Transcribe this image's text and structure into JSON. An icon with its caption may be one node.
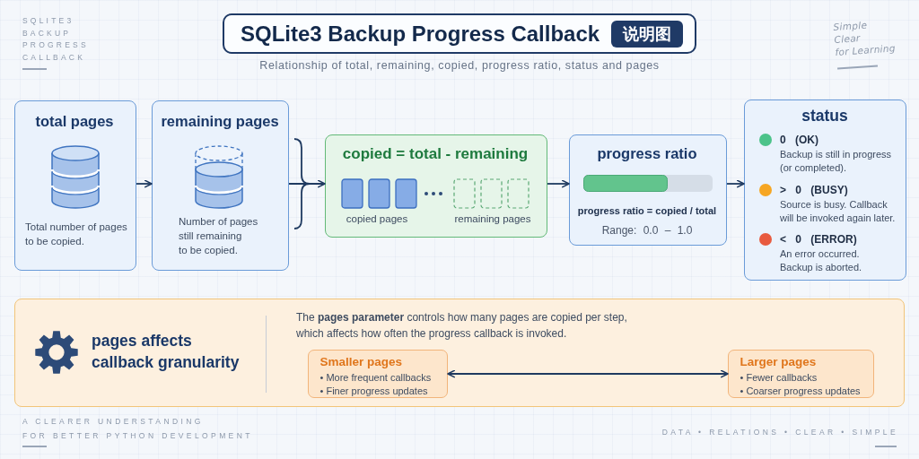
{
  "diagram": {
    "title": "SQLite3 Backup Progress Callback",
    "nodes": [
      {
        "text": [
          "total pages",
          "Total number of pages to be copied."
        ]
      },
      {
        "text": [
          "remaining pages",
          "Number of pages still remaining to be copied."
        ]
      },
      {
        "text": [
          "copied = total - remaining",
          "copied pages",
          "remaining pages"
        ]
      },
      {
        "text": [
          "progress ratio",
          "progress ratio = copied / total",
          "Range: 0.0 – 1.0"
        ]
      },
      {
        "text": [
          "status",
          "0 (OK)",
          "Backup is still in progress (or completed).",
          "> 0 (BUSY)",
          "Source is busy. Callback will be invoked again later.",
          "< 0 (ERROR)",
          "An error occurred. Backup is aborted."
        ]
      },
      {
        "text": [
          "pages affects callback granularity",
          "The **pages parameter** controls how many pages are copied per step, which affects how often the progress callback is invoked."
        ]
      },
      {
        "text": [
          "Smaller pages",
          "• More frequent callbacks",
          "• Finer progress updates"
        ],
        "in": 5
      },
      {
        "text": [
          "Larger pages",
          "• Fewer callbacks",
          "• Coarser progress updates"
        ],
        "in": 5
      }
    ],
    "edges": [
      {
        "from": 0,
        "to": 1,
        "arrow": "to"
      },
      {
        "from": 1,
        "to": 2,
        "arrow": "to"
      },
      {
        "from": 2,
        "to": 3,
        "arrow": "to"
      },
      {
        "from": 3,
        "to": 4,
        "arrow": "to"
      },
      {
        "from": 6,
        "to": 7,
        "arrow": "both"
      }
    ],
    "labels": [
      "SQLITE3 BACKUP PROGRESS CALLBACK",
      "说明图",
      "Relationship of total, remaining, copied, progress ratio, status and pages",
      "Simple Clear for Learning",
      "A CLEARER UNDERSTANDING FOR BETTER PYTHON DEVELOPMENT",
      "DATA • RELATIONS • CLEAR • SIMPLE"
    ]
  }
}
